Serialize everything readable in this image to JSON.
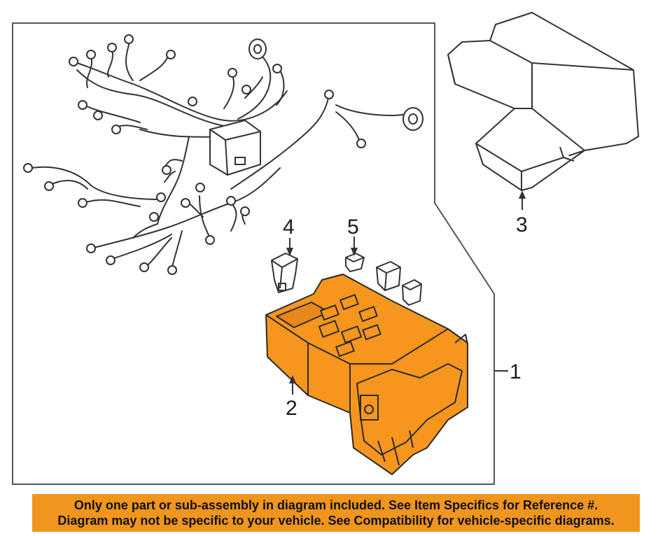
{
  "callouts": {
    "part1": "1",
    "part2": "2",
    "part3": "3",
    "part4": "4",
    "part5": "5"
  },
  "banner": {
    "line1": "Only one part or sub-assembly in diagram included. See Item Specifics for Reference #.",
    "line2": "Diagram may not be specific to your vehicle. See Compatibility for vehicle-specific diagrams."
  },
  "colors": {
    "highlight": "#f7961d",
    "banner": "#f0961e",
    "line": "#333333"
  }
}
